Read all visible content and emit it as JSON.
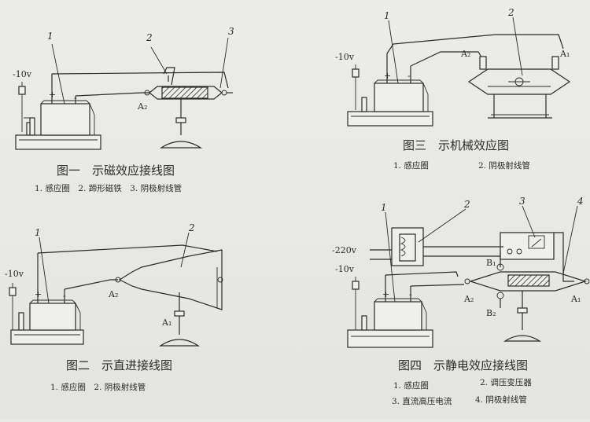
{
  "fig1": {
    "caption": "图一　示磁效应接线图",
    "legend": "1. 感应圈　2. 蹄形磁铁　3. 阴极射线管",
    "voltage": "-10v",
    "num1": "1",
    "num2": "2",
    "num3": "3",
    "anode": "A₂",
    "plus": "+",
    "minus": "-"
  },
  "fig2": {
    "caption": "图二　示直进接线图",
    "legend": "1. 感应圈　2. 阴极射线管",
    "voltage": "-10v",
    "num1": "1",
    "num2": "2",
    "anode2": "A₂",
    "anode1": "A₁",
    "plus": "+",
    "minus": "-"
  },
  "fig3": {
    "caption": "图三　示机械效应图",
    "legend_1": "1. 感应圈",
    "legend_2": "2. 阴极射线管",
    "voltage": "-10v",
    "num1": "1",
    "num2": "2",
    "anode2": "A₂",
    "anode1": "A₁",
    "plus": "+",
    "minus": "-"
  },
  "fig4": {
    "caption": "图四　示静电效应接线图",
    "legend_1": "1. 感应圈",
    "legend_2": "2. 调压变压器",
    "legend_3": "3. 直流高压电流",
    "legend_4": "4. 阴极射线管",
    "voltage_ac": "-220v",
    "voltage_dc": "-10v",
    "num1": "1",
    "num2": "2",
    "num3": "3",
    "num4": "4",
    "b1": "B₁",
    "b2": "B₂",
    "anode2": "A₂",
    "anode1": "A₁",
    "plus": "+",
    "minus": "-"
  }
}
